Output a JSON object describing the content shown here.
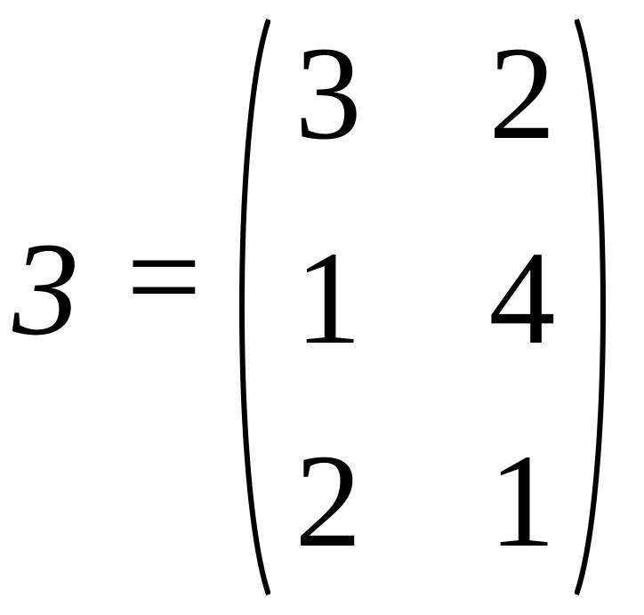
{
  "equation": {
    "lhs": "3",
    "operator": "=",
    "matrix": [
      [
        "3",
        "2"
      ],
      [
        "1",
        "4"
      ],
      [
        "2",
        "1"
      ]
    ]
  }
}
